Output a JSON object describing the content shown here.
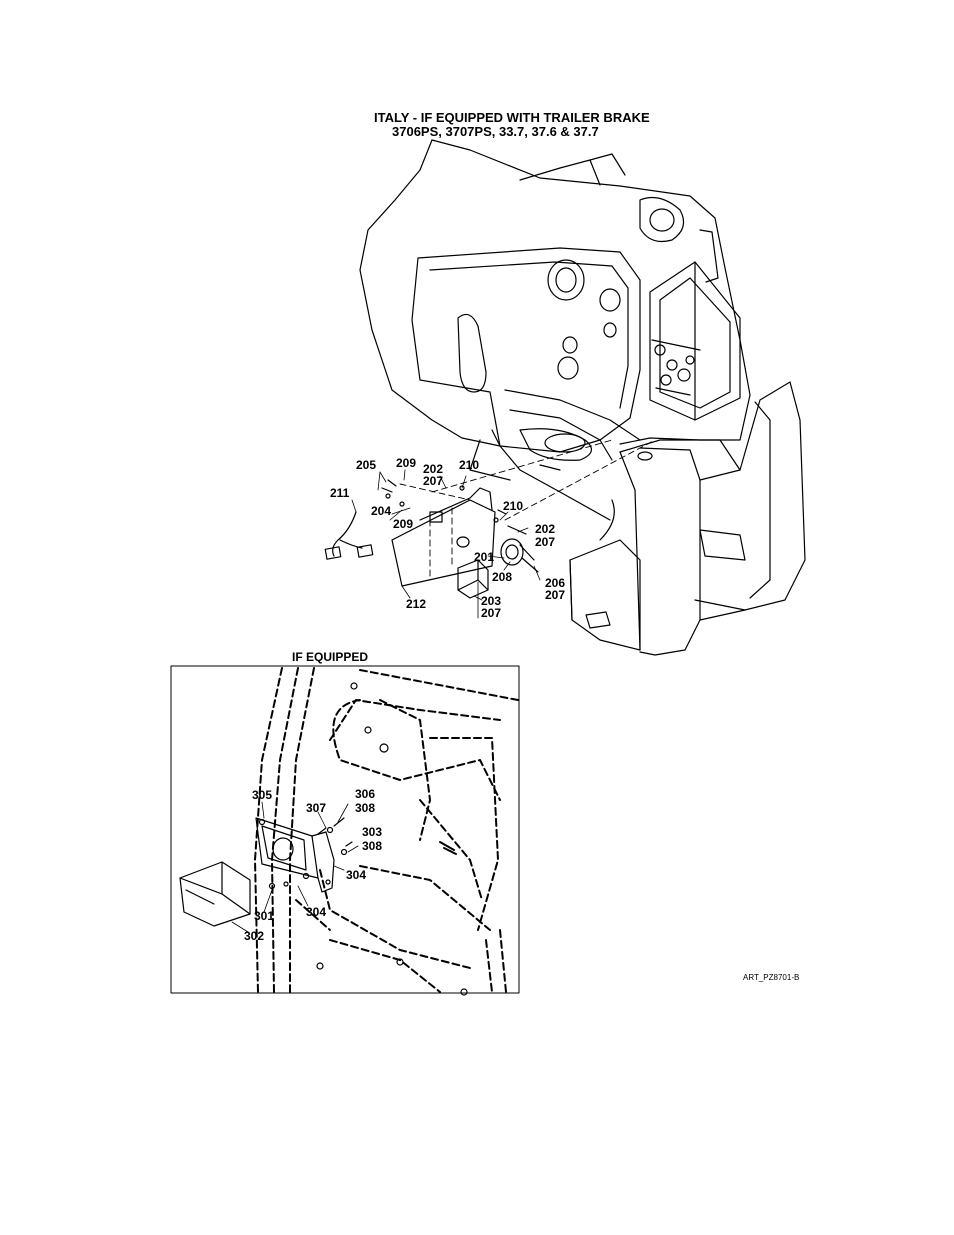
{
  "top": {
    "title_line1": "ITALY - IF EQUIPPED WITH TRAILER BRAKE",
    "title_line2": "3706PS, 3707PS, 33.7, 37.6 & 37.7",
    "labels": [
      "205",
      "209",
      "202",
      "207",
      "210",
      "211",
      "204",
      "209",
      "210",
      "202",
      "207",
      "201",
      "208",
      "206",
      "207",
      "212",
      "203",
      "207"
    ]
  },
  "inset": {
    "title": "IF EQUIPPED",
    "labels": [
      "305",
      "307",
      "306",
      "308",
      "303",
      "308",
      "304",
      "304",
      "301",
      "302"
    ]
  },
  "art_ref": "ART_PZ8701-B"
}
